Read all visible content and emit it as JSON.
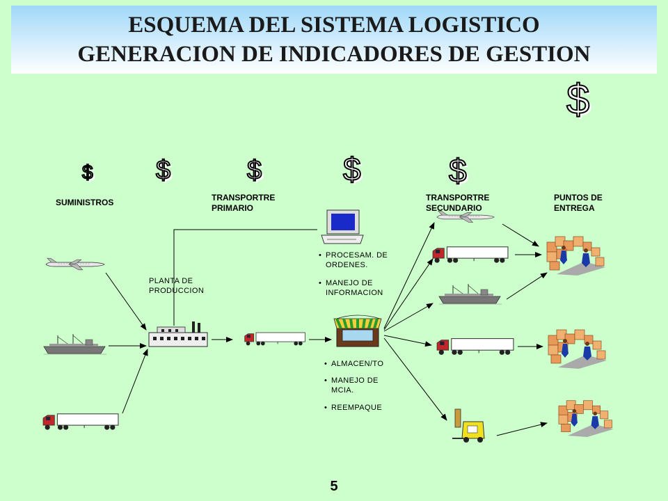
{
  "title": {
    "line1": "ESQUEMA DEL SISTEMA LOGISTICO",
    "line2": "GENERACION DE INDICADORES DE GESTION"
  },
  "dollar_symbol": "$",
  "labels": {
    "suministros": "SUMINISTROS",
    "transporte_primario": "TRANSPORTRE\nPRIMARIO",
    "transporte_secundario": "TRANSPORTRE\nSECUNDARIO",
    "puntos_entrega": "PUNTOS DE\nENTREGA",
    "planta": "PLANTA DE\nPRODUCCION"
  },
  "info_bullets": [
    "PROCESAM. DE\nORDENES.",
    "MANEJO DE\nINFORMACION"
  ],
  "store_bullets": [
    "ALMACEN/TO",
    "MANEJO DE\nMCIA.",
    "REEMPAQUE"
  ],
  "page_number": "5",
  "icons": [
    "airplane-icon",
    "ship-icon",
    "truck-icon",
    "factory-icon",
    "computer-icon",
    "store-icon",
    "forklift-icon",
    "boxes-workers-icon",
    "dollar-icon"
  ]
}
